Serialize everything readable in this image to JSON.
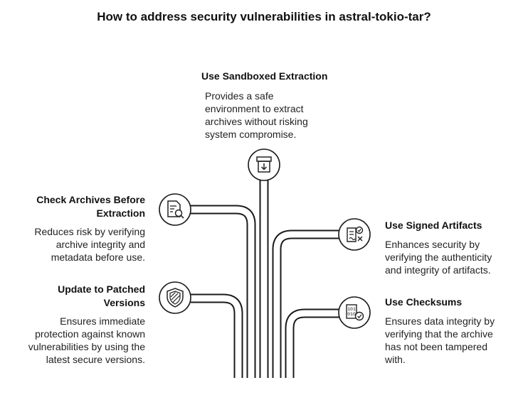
{
  "title": "How to address security vulnerabilities in astral-tokio-tar?",
  "items": {
    "sandbox": {
      "heading": "Use Sandboxed Extraction",
      "desc": [
        "Provides a safe",
        "environment to extract",
        "archives without risking",
        "system compromise."
      ],
      "icon": "archive-download-icon"
    },
    "check_archives": {
      "heading": [
        "Check Archives Before",
        "Extraction"
      ],
      "desc": [
        "Reduces risk by verifying",
        "archive integrity and",
        "metadata before use."
      ],
      "icon": "document-search-icon"
    },
    "signed_artifacts": {
      "heading": "Use Signed Artifacts",
      "desc": [
        "Enhances security by",
        "verifying the authenticity",
        "and integrity of artifacts."
      ],
      "icon": "signed-document-icon"
    },
    "update_patched": {
      "heading": [
        "Update to Patched",
        "Versions"
      ],
      "desc": [
        "Ensures immediate",
        "protection against known",
        "vulnerabilities by using the",
        "latest secure versions."
      ],
      "icon": "shield-icon"
    },
    "checksums": {
      "heading": "Use Checksums",
      "desc": [
        "Ensures data integrity by",
        "verifying that the archive",
        "has not been tampered",
        "with."
      ],
      "icon": "binary-checkmark-icon"
    }
  },
  "colors": {
    "line": "#1a1a1a",
    "pipe_fill": "#ffffff",
    "icon_stroke": "#222222"
  }
}
